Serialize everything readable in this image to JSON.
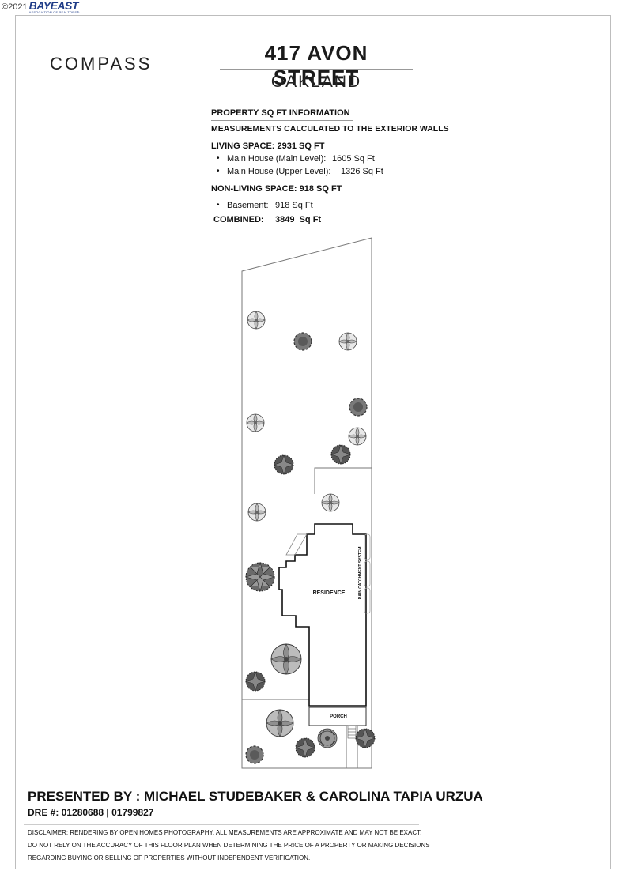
{
  "header": {
    "copyright": "©2021",
    "bayeast_logo": {
      "word": "BAYEAST",
      "tagline": "ASSOCIATION OF REALTORS®"
    }
  },
  "brand": {
    "name": "COMPASS"
  },
  "title": {
    "address": "417 AVON STREET",
    "city": "OAKLAND"
  },
  "sqft": {
    "heading": "PROPERTY SQ FT INFORMATION",
    "note": "MEASUREMENTS CALCULATED TO THE EXTERIOR WALLS",
    "living": {
      "label": "LIVING SPACE: 2931 SQ FT",
      "items": [
        {
          "bullet": "•",
          "label": "Main House (Main Level):",
          "value": "1605 Sq Ft"
        },
        {
          "bullet": "•",
          "label": "Main House (Upper Level):",
          "value": "1326 Sq Ft"
        }
      ]
    },
    "non_living": {
      "label": "NON-LIVING SPACE: 918 SQ FT",
      "items": [
        {
          "bullet": "•",
          "label": "Basement:",
          "value": "918 Sq Ft"
        }
      ]
    },
    "combined": {
      "label": "COMBINED:",
      "value": "3849  Sq Ft"
    }
  },
  "site_plan": {
    "residence_label": "RESIDENCE",
    "porch_label": "PORCH",
    "rain_label": "RAIN CATCHMENT SYSTEM",
    "line_color": "#111111",
    "lot_color": "#777777"
  },
  "footer": {
    "presented_by": "PRESENTED BY : MICHAEL STUDEBAKER & CAROLINA TAPIA URZUA",
    "dre": "DRE #: 01280688 | 01799827",
    "disclaimer": [
      "DISCLAIMER: RENDERING BY OPEN HOMES PHOTOGRAPHY. ALL MEASUREMENTS ARE APPROXIMATE AND MAY NOT BE EXACT.",
      "DO NOT RELY ON THE ACCURACY OF THIS FLOOR PLAN WHEN DETERMINING THE PRICE OF A PROPERTY OR MAKING DECISIONS",
      "REGARDING BUYING OR SELLING OF PROPERTIES WITHOUT INDEPENDENT VERIFICATION."
    ]
  }
}
